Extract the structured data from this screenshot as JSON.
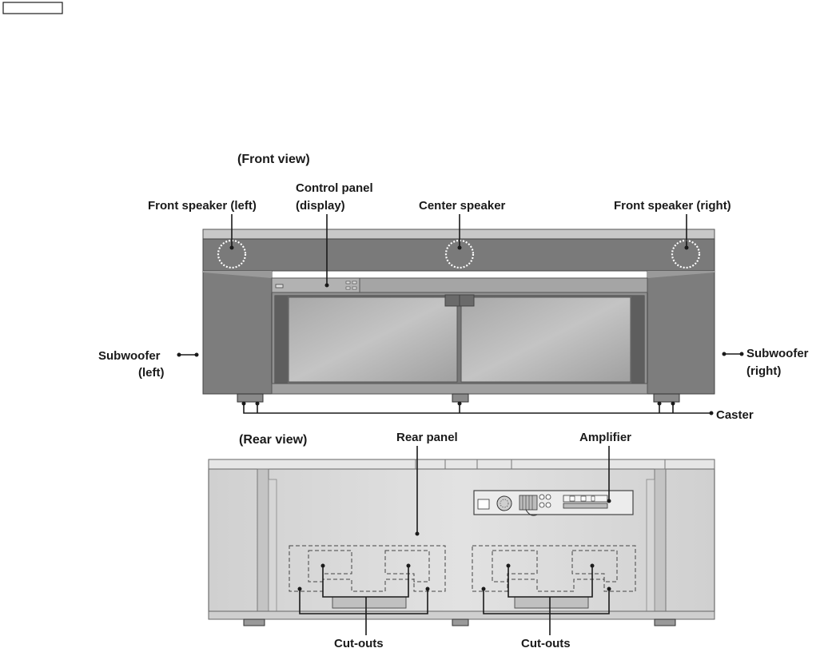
{
  "front_view": {
    "heading": "(Front view)",
    "labels": {
      "front_speaker_left": "Front speaker (left)",
      "control_panel_line1": "Control panel",
      "control_panel_line2": "(display)",
      "center_speaker": "Center speaker",
      "front_speaker_right": "Front speaker (right)",
      "subwoofer_left_line1": "Subwoofer",
      "subwoofer_left_line2": "(left)",
      "subwoofer_right_line1": "Subwoofer",
      "subwoofer_right_line2": "(right)",
      "caster": "Caster"
    }
  },
  "rear_view": {
    "heading": "(Rear view)",
    "labels": {
      "rear_panel": "Rear panel",
      "amplifier": "Amplifier",
      "cutouts_left": "Cut-outs",
      "cutouts_right": "Cut-outs"
    }
  },
  "colors": {
    "cabinet_dark": "#7d7d7d",
    "cabinet_mid": "#9a9a9a",
    "glass": "#b5b5b5",
    "rear_panel": "#d9d9d9",
    "line": "#1a1a1a"
  }
}
